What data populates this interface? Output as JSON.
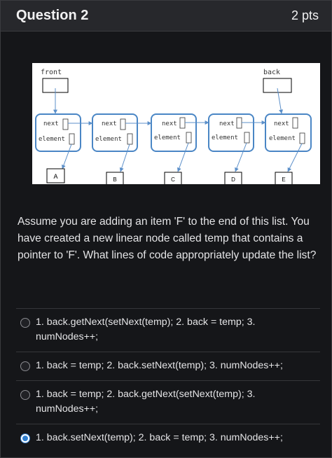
{
  "header": {
    "title": "Question 2",
    "points": "2 pts"
  },
  "diagram": {
    "front_label": "front",
    "back_label": "back",
    "next_label": "next",
    "element_label": "element",
    "values": [
      "A",
      "B",
      "C",
      "D",
      "E"
    ]
  },
  "question_text": "Assume you are adding an item 'F' to the end of this list. You have created a new linear node called temp that contains a pointer to 'F'. What lines of code appropriately update the list?",
  "options": [
    {
      "text": "1. back.getNext(setNext(temp); 2. back = temp; 3. numNodes++;",
      "selected": false
    },
    {
      "text": "1. back = temp; 2. back.setNext(temp); 3. numNodes++;",
      "selected": false
    },
    {
      "text": "1. back = temp; 2. back.getNext(setNext(temp); 3. numNodes++;",
      "selected": false
    },
    {
      "text": "1. back.setNext(temp); 2. back = temp; 3. numNodes++;",
      "selected": true
    }
  ],
  "colors": {
    "accent": "#2f7fd1",
    "node_border": "#4a86c5",
    "arrow": "#5b8fc9"
  }
}
